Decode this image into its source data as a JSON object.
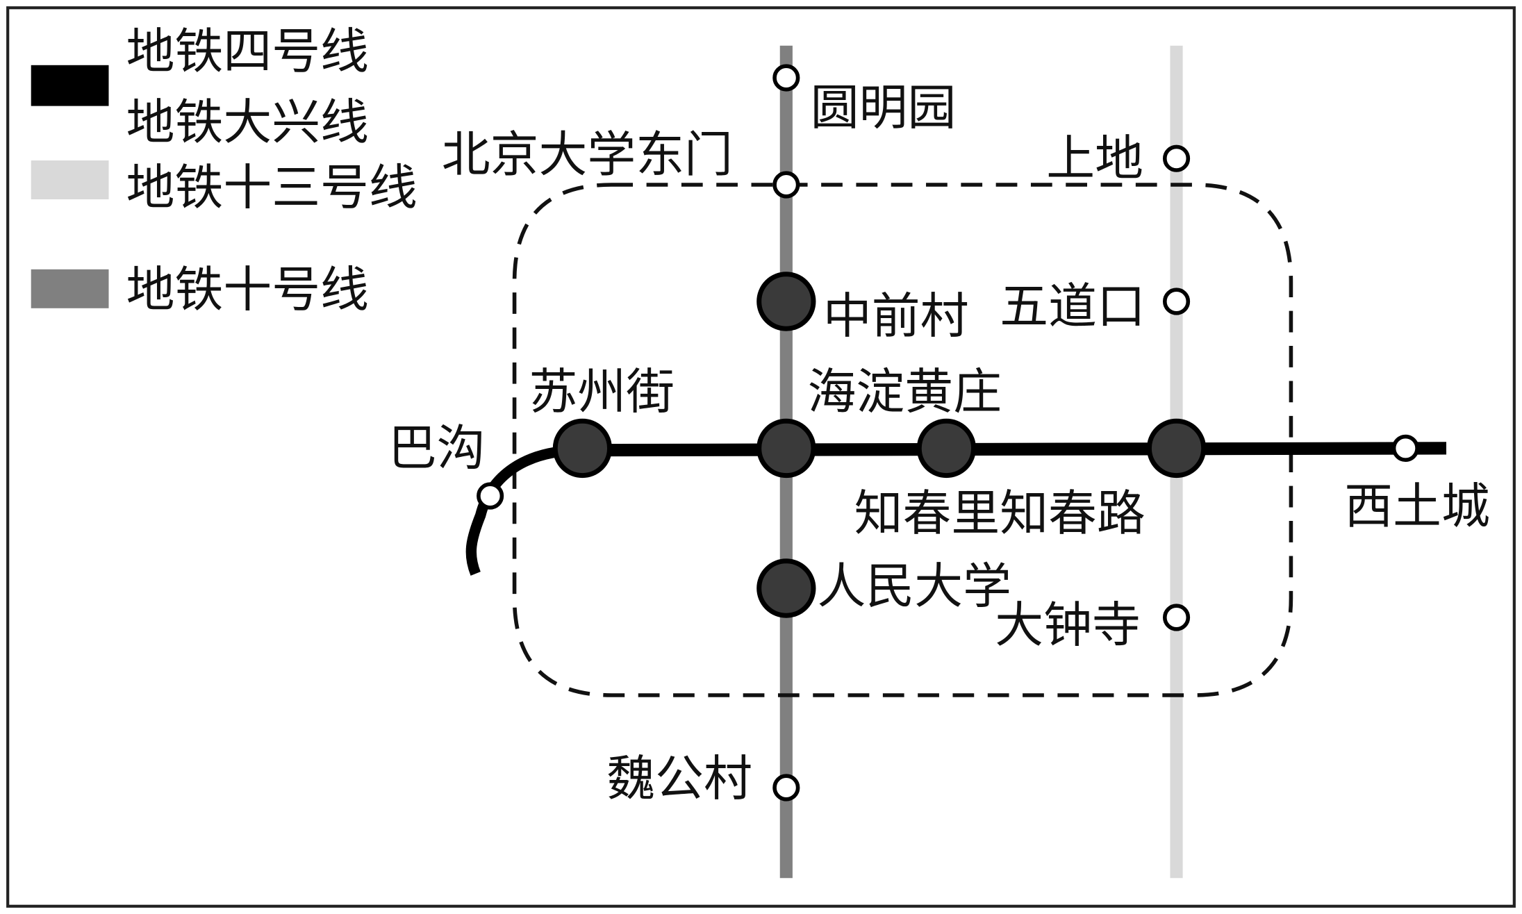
{
  "legend": {
    "line4": "地铁四号线",
    "daxing": "地铁大兴线",
    "line13": "地铁十三号线",
    "line10": "地铁十号线"
  },
  "colors": {
    "line4_daxing": "#000000",
    "line13": "#d9d9d9",
    "line10": "#808080",
    "transfer_station": "#3a3a3a"
  },
  "stations": {
    "yuanmingyuan": "圆明园",
    "pku_east_gate": "北京大学东门",
    "shangdi": "上地",
    "zhongqiancun": "中前村",
    "wudaokou": "五道口",
    "suzhoujie": "苏州街",
    "haidianhuangzhuang": "海淀黄庄",
    "bagou": "巴沟",
    "zhichunli_zhichunlu": "知春里知春路",
    "xitucheng": "西土城",
    "renmin_university": "人民大学",
    "dazhongsi": "大钟寺",
    "weigongcun": "魏公村"
  }
}
